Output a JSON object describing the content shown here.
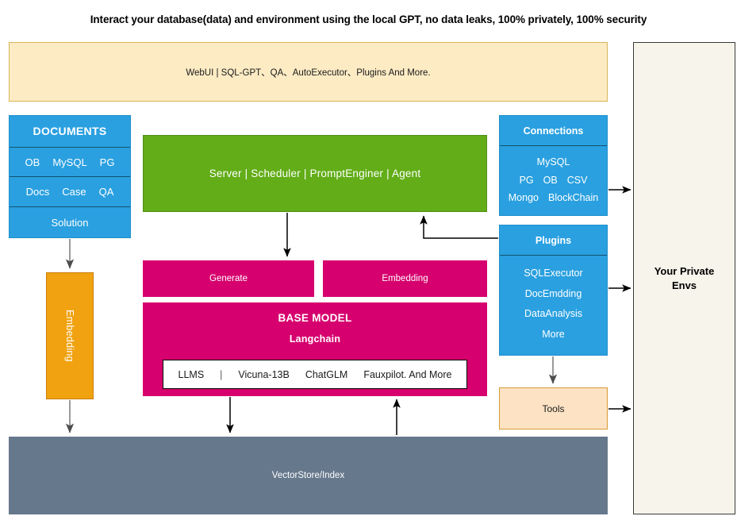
{
  "title": "Interact your database(data) and environment using the local GPT, no data leaks, 100% privately, 100% security",
  "colors": {
    "banner_bg": "#FDEBC4",
    "banner_border": "#D6B656",
    "blue": "#2AA0E0",
    "green": "#62AD18",
    "magenta": "#D6006E",
    "orange": "#F0A211",
    "tools_bg": "#FDE2C4",
    "slate": "#66788C",
    "envs_bg": "#F7F4EC"
  },
  "webui": {
    "label": "WebUI | SQL-GPT、QA、AutoExecutor、Plugins And More."
  },
  "private_envs": {
    "line1": "Your Private",
    "line2": "Envs"
  },
  "documents": {
    "title": "DOCUMENTS",
    "row1": [
      "OB",
      "MySQL",
      "PG"
    ],
    "row2": [
      "Docs",
      "Case",
      "QA"
    ],
    "row3": "Solution"
  },
  "embedding_vertical": {
    "label": "Embedding"
  },
  "server": {
    "label": "Server | Scheduler | PromptEnginer | Agent"
  },
  "generate": {
    "label": "Generate"
  },
  "embedding_box": {
    "label": "Embedding"
  },
  "base_model": {
    "title": "BASE MODEL",
    "subtitle": "Langchain",
    "llms_label": "LLMS",
    "llms_separator": "|",
    "llms": [
      "Vicuna-13B",
      "ChatGLM",
      "Fauxpilot. And More"
    ]
  },
  "connections": {
    "title": "Connections",
    "row1": [
      "MySQL"
    ],
    "row2": [
      "PG",
      "OB",
      "CSV"
    ],
    "row3": [
      "Mongo",
      "BlockChain"
    ]
  },
  "plugins": {
    "title": "Plugins",
    "items": [
      "SQLExecutor",
      "DocEmdding",
      "DataAnalysis",
      "More"
    ]
  },
  "tools": {
    "label": "Tools"
  },
  "vectorstore": {
    "label": "VectorStore/Index"
  }
}
